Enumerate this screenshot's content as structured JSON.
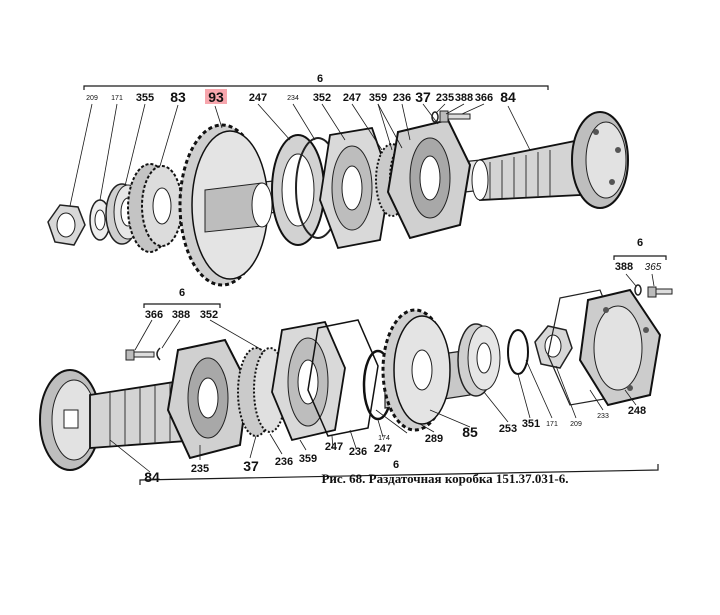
{
  "caption": "Рис. 68. Раздаточная коробка 151.37.031-6.",
  "top_assembly": {
    "group_label": "6",
    "labels": {
      "p209": "209",
      "p171": "171",
      "p355": "355",
      "p83": "83",
      "p93": "93",
      "p247a": "247",
      "p234": "234",
      "p352": "352",
      "p247b": "247",
      "p359": "359",
      "p236": "236",
      "p37": "37",
      "p235": "235",
      "p388": "388",
      "p366": "366",
      "p84": "84"
    },
    "highlighted_part": "93",
    "highlight_color": "#f7a6ad"
  },
  "right_bracket": {
    "group_label": "6",
    "p388": "388",
    "p365": "365"
  },
  "bottom_assembly": {
    "left_group_label": "6",
    "bottom_group_label": "6",
    "labels": {
      "p366": "366",
      "p388": "388",
      "p352": "352",
      "p84": "84",
      "p235": "235",
      "p37": "37",
      "p236a": "236",
      "p359": "359",
      "p247a": "247",
      "p236b": "236",
      "p174": "174",
      "p247b": "247",
      "p289": "289",
      "p85": "85",
      "p253": "253",
      "p351": "351",
      "p171": "171",
      "p209": "209",
      "p233": "233",
      "p248": "248"
    }
  }
}
